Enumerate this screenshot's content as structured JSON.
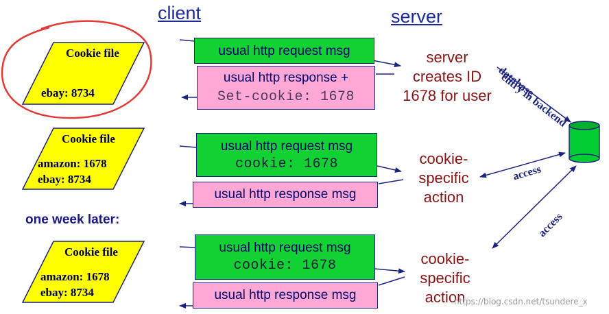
{
  "headers": {
    "client": "client",
    "server": "server"
  },
  "cookie_files": [
    {
      "title": "Cookie file",
      "lines": [
        "ebay: 8734"
      ]
    },
    {
      "title": "Cookie file",
      "lines": [
        "amazon: 1678",
        "ebay: 8734"
      ]
    },
    {
      "title": "Cookie file",
      "lines": [
        "amazon: 1678",
        "ebay: 8734"
      ]
    }
  ],
  "messages": {
    "req1": "usual http request msg",
    "resp1_line1": "usual http response +",
    "resp1_line2": "Set-cookie: 1678",
    "req2_line1": "usual http request msg",
    "req2_line2": "cookie: 1678",
    "resp2": "usual http response msg",
    "req3_line1": "usual http request msg",
    "req3_line2": "cookie: 1678",
    "resp3": "usual http response msg"
  },
  "server_notes": {
    "creates_id": [
      "server",
      "creates ID",
      "1678 for user"
    ],
    "action1": [
      "cookie-",
      "specific",
      "action"
    ],
    "action2": [
      "cookie-",
      "specific",
      "action"
    ]
  },
  "backend_label_line1": "entry in backend",
  "backend_label_line2": "database",
  "access1": "access",
  "access2": "access",
  "one_week_later": "one week later:",
  "watermark": "https://blog.csdn.net/tsundere_x",
  "colors": {
    "request_green": "#12d132",
    "response_pink": "#ffa8d6",
    "cookie_yellow": "#ffff00",
    "database_green": "#00cc33",
    "server_note_red": "#8b1212",
    "highlight_circle": "#e53935"
  }
}
